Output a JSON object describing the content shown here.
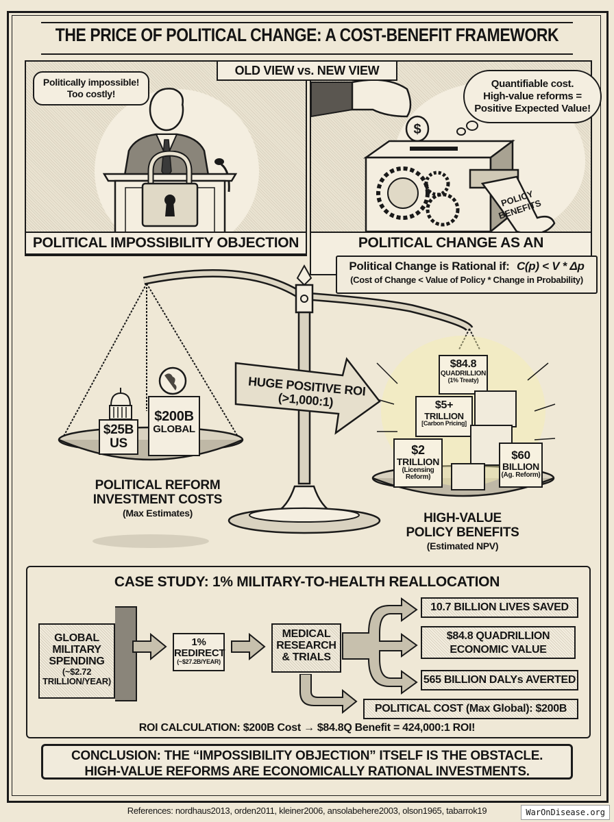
{
  "title": "THE PRICE OF POLITICAL CHANGE: A COST-BENEFIT FRAMEWORK",
  "comparison_tag": "OLD VIEW vs. NEW VIEW",
  "old_view": {
    "speech_bubble_line1": "Politically impossible!",
    "speech_bubble_line2": "Too costly!",
    "caption": "POLITICAL IMPOSSIBILITY OBJECTION",
    "icons": [
      "politician-icon",
      "podium-icon",
      "padlock-icon",
      "microphone-icon"
    ]
  },
  "new_view": {
    "thought_line1": "Quantifiable cost.",
    "thought_line2": "High-value reforms =",
    "thought_line3": "Positive Expected Value!",
    "coin_symbol": "$",
    "receipt_line1": "POLICY",
    "receipt_line2": "BENEFITS",
    "caption": "POLITICAL CHANGE AS AN INVESTMENT",
    "icons": [
      "hand-coin-icon",
      "gear-machine-icon",
      "receipt-scroll-icon"
    ]
  },
  "formula": {
    "line1_prefix": "Political Change is Rational if:",
    "line1_math": "C(p) < V * Δp",
    "line2": "(Cost of Change < Value of Policy * Change in Probability)"
  },
  "scale": {
    "arrow_line1": "HUGE POSITIVE ROI",
    "arrow_line2": "(>1,000:1)",
    "left_pan": {
      "items": [
        {
          "amount": "$25B",
          "label": "US"
        },
        {
          "amount": "$200B",
          "label": "GLOBAL"
        }
      ],
      "title_line1": "POLITICAL REFORM",
      "title_line2": "INVESTMENT COSTS",
      "subtitle": "(Max Estimates)"
    },
    "right_pan": {
      "items": [
        {
          "amount": "$84.8",
          "unit": "QUADRILLION",
          "note": "(1% Treaty)"
        },
        {
          "amount": "$5+",
          "unit": "TRILLION",
          "note": "[Carbon Pricing]"
        },
        {
          "amount": "$2",
          "unit": "TRILLION",
          "note": "(Licensing Reform)"
        },
        {
          "amount": "$60",
          "unit": "BILLION",
          "note": "(Ag. Reform)"
        }
      ],
      "title_line1": "HIGH-VALUE",
      "title_line2": "POLICY BENEFITS",
      "subtitle": "(Estimated NPV)"
    }
  },
  "case_study": {
    "title": "CASE STUDY: 1% MILITARY-TO-HEALTH REALLOCATION",
    "flow": [
      {
        "line1": "GLOBAL",
        "line2": "MILITARY",
        "line3": "SPENDING",
        "line4": "(~$2.72",
        "line5": "TRILLION/YEAR)"
      },
      {
        "line1": "1%",
        "line2": "REDIRECT",
        "line3": "(~$27.2B/YEAR)"
      },
      {
        "line1": "MEDICAL",
        "line2": "RESEARCH",
        "line3": "& TRIALS"
      }
    ],
    "outcomes": [
      {
        "line1": "10.7 BILLION LIVES SAVED"
      },
      {
        "line1": "$84.8 QUADRILLION",
        "line2": "ECONOMIC VALUE"
      },
      {
        "line1": "565 BILLION DALYs AVERTED"
      }
    ],
    "political_cost": "POLITICAL COST (Max Global): $200B",
    "roi_calc": "ROI CALCULATION: $200B Cost → $84.8Q Benefit = 424,000:1 ROI!"
  },
  "conclusion": {
    "line1": "CONCLUSION: THE “IMPOSSIBILITY OBJECTION” ITSELF IS THE OBSTACLE.",
    "line2": "HIGH-VALUE REFORMS ARE ECONOMICALLY RATIONAL INVESTMENTS."
  },
  "references": "References: nordhaus2013, orden2011, kleiner2006, ansolabehere2003, olson1965, tabarrok19",
  "watermark": "WarOnDisease.org",
  "colors": {
    "paper": "#efe8d6",
    "ink": "#141414",
    "glow": "#f7efb0"
  }
}
